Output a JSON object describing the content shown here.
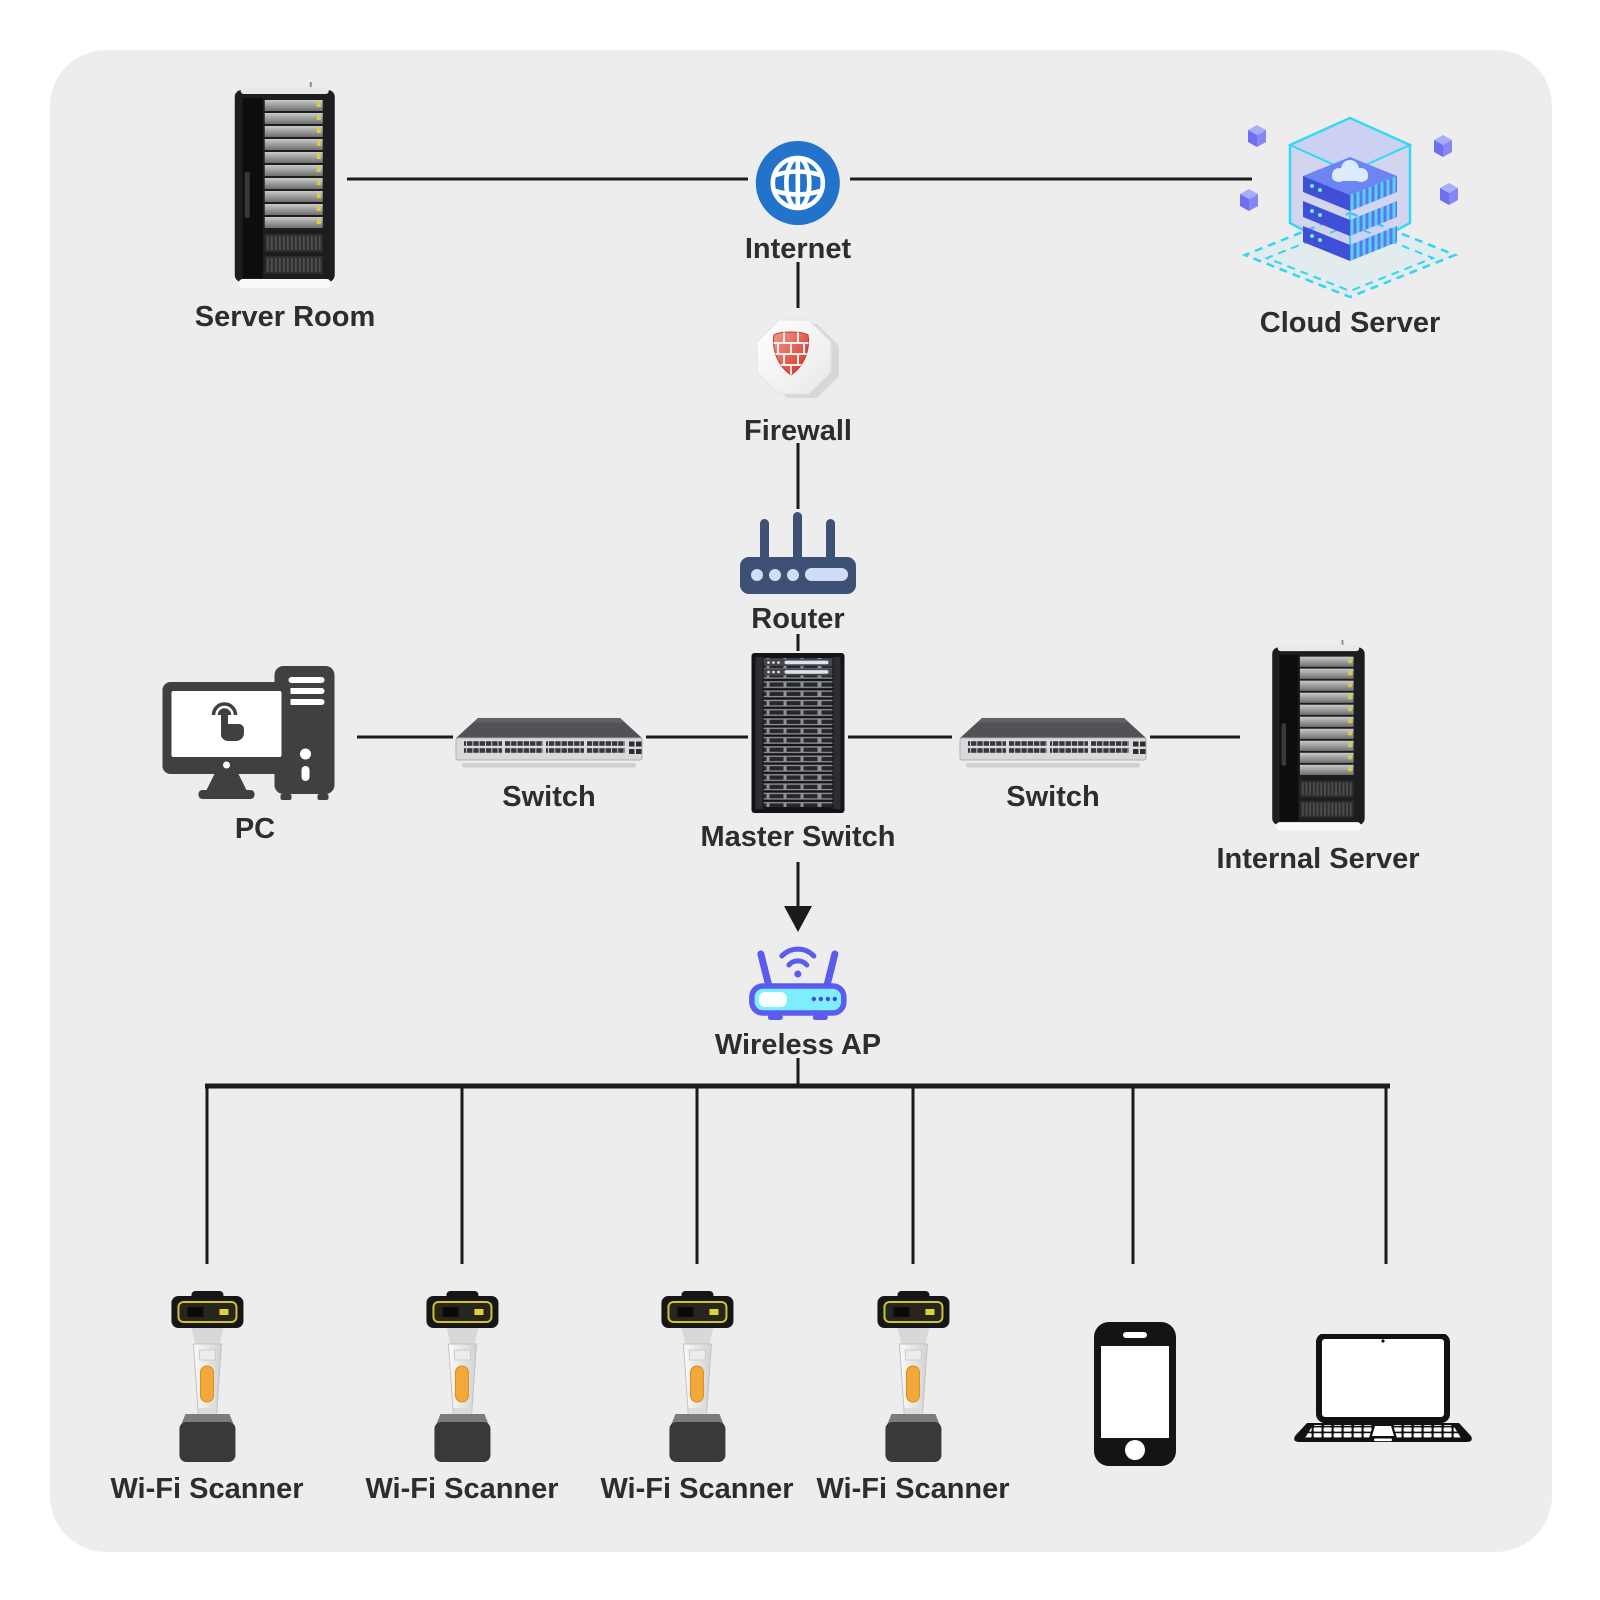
{
  "canvas": {
    "background": "#ffffff",
    "card_background": "#ededee"
  },
  "colors": {
    "line": "#1b1b1b",
    "text": "#2d2d2d",
    "internet_blue": "#2273c9",
    "firewall_red": "#d8352a",
    "router_navy": "#3d5174",
    "ap_indigo": "#5b5bef",
    "ap_cyan": "#7deefe",
    "cloud_cyan": "#2fd6f2",
    "cloud_blue": "#5a6cf0",
    "scanner_orange": "#f3a83b"
  },
  "nodes": {
    "server_room": {
      "label": "Server Room",
      "icon": "server-rack-icon"
    },
    "internet": {
      "label": "Internet",
      "icon": "globe-icon"
    },
    "cloud_server": {
      "label": "Cloud Server",
      "icon": "cloud-server-icon"
    },
    "firewall": {
      "label": "Firewall",
      "icon": "firewall-shield-icon"
    },
    "router": {
      "label": "Router",
      "icon": "router-icon"
    },
    "master_switch": {
      "label": "Master Switch",
      "icon": "switch-stack-icon"
    },
    "pc": {
      "label": "PC",
      "icon": "desktop-pc-icon"
    },
    "switch_left": {
      "label": "Switch",
      "icon": "rack-switch-icon"
    },
    "switch_right": {
      "label": "Switch",
      "icon": "rack-switch-icon"
    },
    "internal_server": {
      "label": "Internal Server",
      "icon": "server-rack-icon"
    },
    "wireless_ap": {
      "label": "Wireless AP",
      "icon": "wireless-ap-icon"
    },
    "scanner_1": {
      "label": "Wi-Fi Scanner",
      "icon": "barcode-scanner-icon"
    },
    "scanner_2": {
      "label": "Wi-Fi Scanner",
      "icon": "barcode-scanner-icon"
    },
    "scanner_3": {
      "label": "Wi-Fi Scanner",
      "icon": "barcode-scanner-icon"
    },
    "scanner_4": {
      "label": "Wi-Fi Scanner",
      "icon": "barcode-scanner-icon"
    },
    "phone": {
      "icon": "smartphone-icon"
    },
    "laptop": {
      "icon": "laptop-icon"
    }
  },
  "edges": [
    {
      "from": "server_room",
      "to": "internet"
    },
    {
      "from": "internet",
      "to": "cloud_server"
    },
    {
      "from": "internet",
      "to": "firewall"
    },
    {
      "from": "firewall",
      "to": "router"
    },
    {
      "from": "router",
      "to": "master_switch"
    },
    {
      "from": "pc",
      "to": "switch_left"
    },
    {
      "from": "switch_left",
      "to": "master_switch"
    },
    {
      "from": "master_switch",
      "to": "switch_right"
    },
    {
      "from": "switch_right",
      "to": "internal_server"
    },
    {
      "from": "master_switch",
      "to": "wireless_ap",
      "arrow": true
    },
    {
      "from": "wireless_ap",
      "to": "scanner_1"
    },
    {
      "from": "wireless_ap",
      "to": "scanner_2"
    },
    {
      "from": "wireless_ap",
      "to": "scanner_3"
    },
    {
      "from": "wireless_ap",
      "to": "scanner_4"
    },
    {
      "from": "wireless_ap",
      "to": "phone"
    },
    {
      "from": "wireless_ap",
      "to": "laptop"
    }
  ]
}
